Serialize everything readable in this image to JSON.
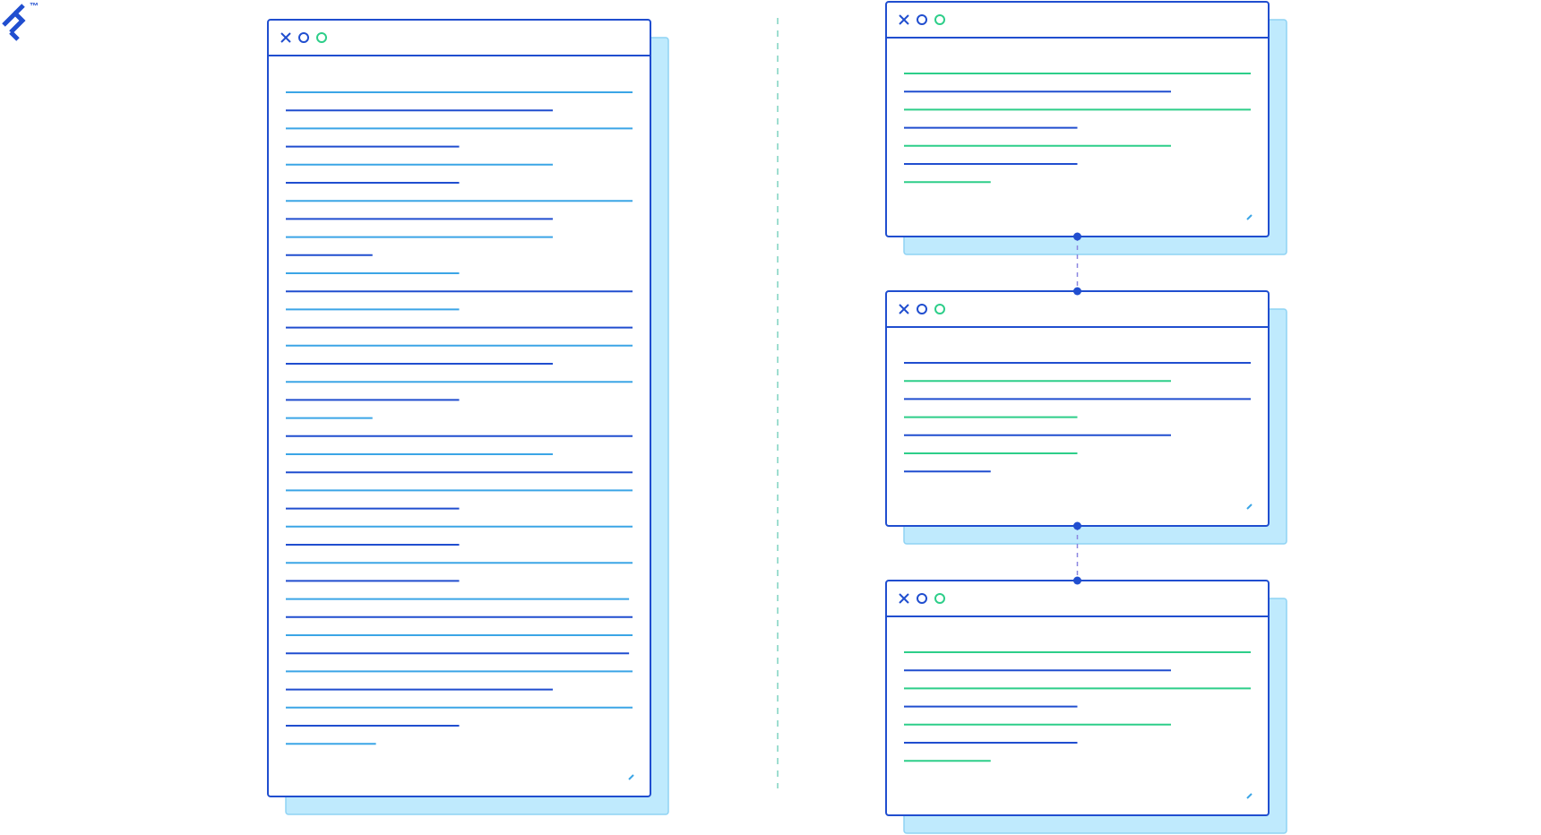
{
  "logo": {
    "icon": "toptal-logo-icon",
    "trademark": "™",
    "color": "#204ecf"
  },
  "colors": {
    "frame": "#204ecf",
    "line_dark": "#204ecf",
    "line_light": "#3ba5e6",
    "line_green": "#2dce89",
    "shadow_fill": "#bfeafd",
    "shadow_stroke": "#8fd3f4",
    "divider": "#7fd3c0",
    "connector": "#8a86e0"
  },
  "panels": {
    "large": {
      "controls": [
        "close-icon",
        "minimize-icon",
        "maximize-icon"
      ],
      "line_scheme": [
        "light",
        "dark"
      ],
      "line_widths": [
        1,
        0.77,
        1,
        0.5,
        0.77,
        0.5,
        1,
        0.77,
        0.77,
        0.25,
        0.5,
        1,
        0.5,
        1,
        1,
        0.77,
        1,
        0.5,
        0.25,
        1,
        0.77,
        1,
        1,
        0.5,
        1,
        0.5,
        1,
        0.5,
        0.99,
        1,
        1,
        0.99,
        1,
        0.77,
        1,
        0.5,
        0.26
      ]
    },
    "small": [
      {
        "controls": [
          "close-icon",
          "minimize-icon",
          "maximize-icon"
        ],
        "line_scheme": [
          "green",
          "dark"
        ],
        "line_widths": [
          1,
          0.77,
          1,
          0.5,
          0.77,
          0.5,
          0.25
        ]
      },
      {
        "controls": [
          "close-icon",
          "minimize-icon",
          "maximize-icon"
        ],
        "line_scheme": [
          "dark",
          "green"
        ],
        "line_widths": [
          1,
          0.77,
          1,
          0.5,
          0.77,
          0.5,
          0.25
        ]
      },
      {
        "controls": [
          "close-icon",
          "minimize-icon",
          "maximize-icon"
        ],
        "line_scheme": [
          "green",
          "dark"
        ],
        "line_widths": [
          1,
          0.77,
          1,
          0.5,
          0.77,
          0.5,
          0.25
        ]
      }
    ]
  }
}
